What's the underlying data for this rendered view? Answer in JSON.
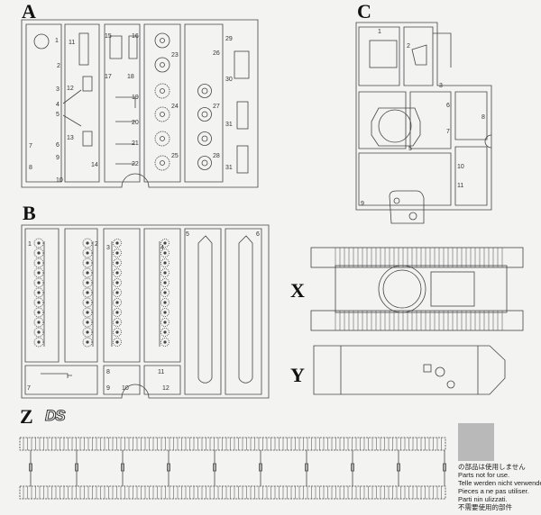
{
  "sprues": {
    "A": {
      "letter": "A",
      "parts": [
        "1",
        "2",
        "3",
        "4",
        "5",
        "6",
        "7",
        "8",
        "9",
        "10",
        "11",
        "12",
        "13",
        "14",
        "15",
        "16",
        "17",
        "18",
        "19",
        "20",
        "21",
        "22",
        "23",
        "24",
        "25",
        "26",
        "27",
        "28",
        "29",
        "30",
        "31",
        "31"
      ]
    },
    "B": {
      "letter": "B",
      "parts": [
        "1",
        "2",
        "3",
        "4",
        "5",
        "6",
        "7",
        "8",
        "9",
        "10",
        "11",
        "12"
      ]
    },
    "C": {
      "letter": "C",
      "parts": [
        "1",
        "2",
        "3",
        "5",
        "6",
        "7",
        "8",
        "9",
        "10",
        "11"
      ]
    },
    "X": {
      "letter": "X"
    },
    "Y": {
      "letter": "Y"
    },
    "Z": {
      "letter": "Z",
      "logo": "DS"
    }
  },
  "legend": {
    "swatch_color": "#b9b9b9",
    "lines": [
      "の部品は使用しません",
      "Parts not for use.",
      "Telle werden nicht verwendet.",
      "Pieces a ne pas utiliser.",
      "Parti nin ulizzati.",
      "不需要使用的部件"
    ]
  },
  "colors": {
    "line": "#444444",
    "paper": "#f3f3f1"
  }
}
